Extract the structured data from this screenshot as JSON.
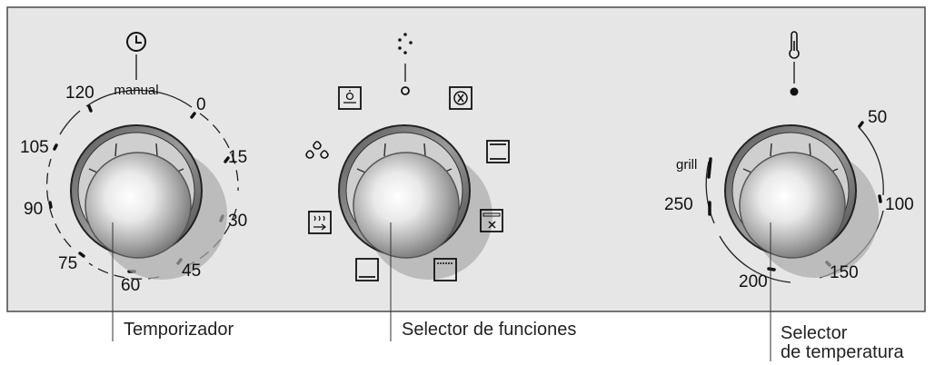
{
  "panel": {
    "background": "#e6e6e6",
    "border": "#4a4a4a"
  },
  "timer": {
    "mode_label": "manual",
    "icon": "clock-icon",
    "scale": [
      "120",
      "0",
      "15",
      "30",
      "45",
      "60",
      "75",
      "90",
      "105"
    ],
    "caption": "Temporizador"
  },
  "function": {
    "icons": [
      "light-icon",
      "fan-icon",
      "top-bottom-heat-icon",
      "fan-bottom-heat-icon",
      "top-heat-icon",
      "bottom-heat-icon",
      "grill-fan-icon",
      "defrost-icon"
    ],
    "off_icon": "dots-icon",
    "caption": "Selector de funciones"
  },
  "temperature": {
    "icon": "thermometer-icon",
    "scale": [
      "50",
      "100",
      "150",
      "200",
      "250",
      "grill"
    ],
    "caption_line1": "Selector",
    "caption_line2": "de temperatura"
  }
}
